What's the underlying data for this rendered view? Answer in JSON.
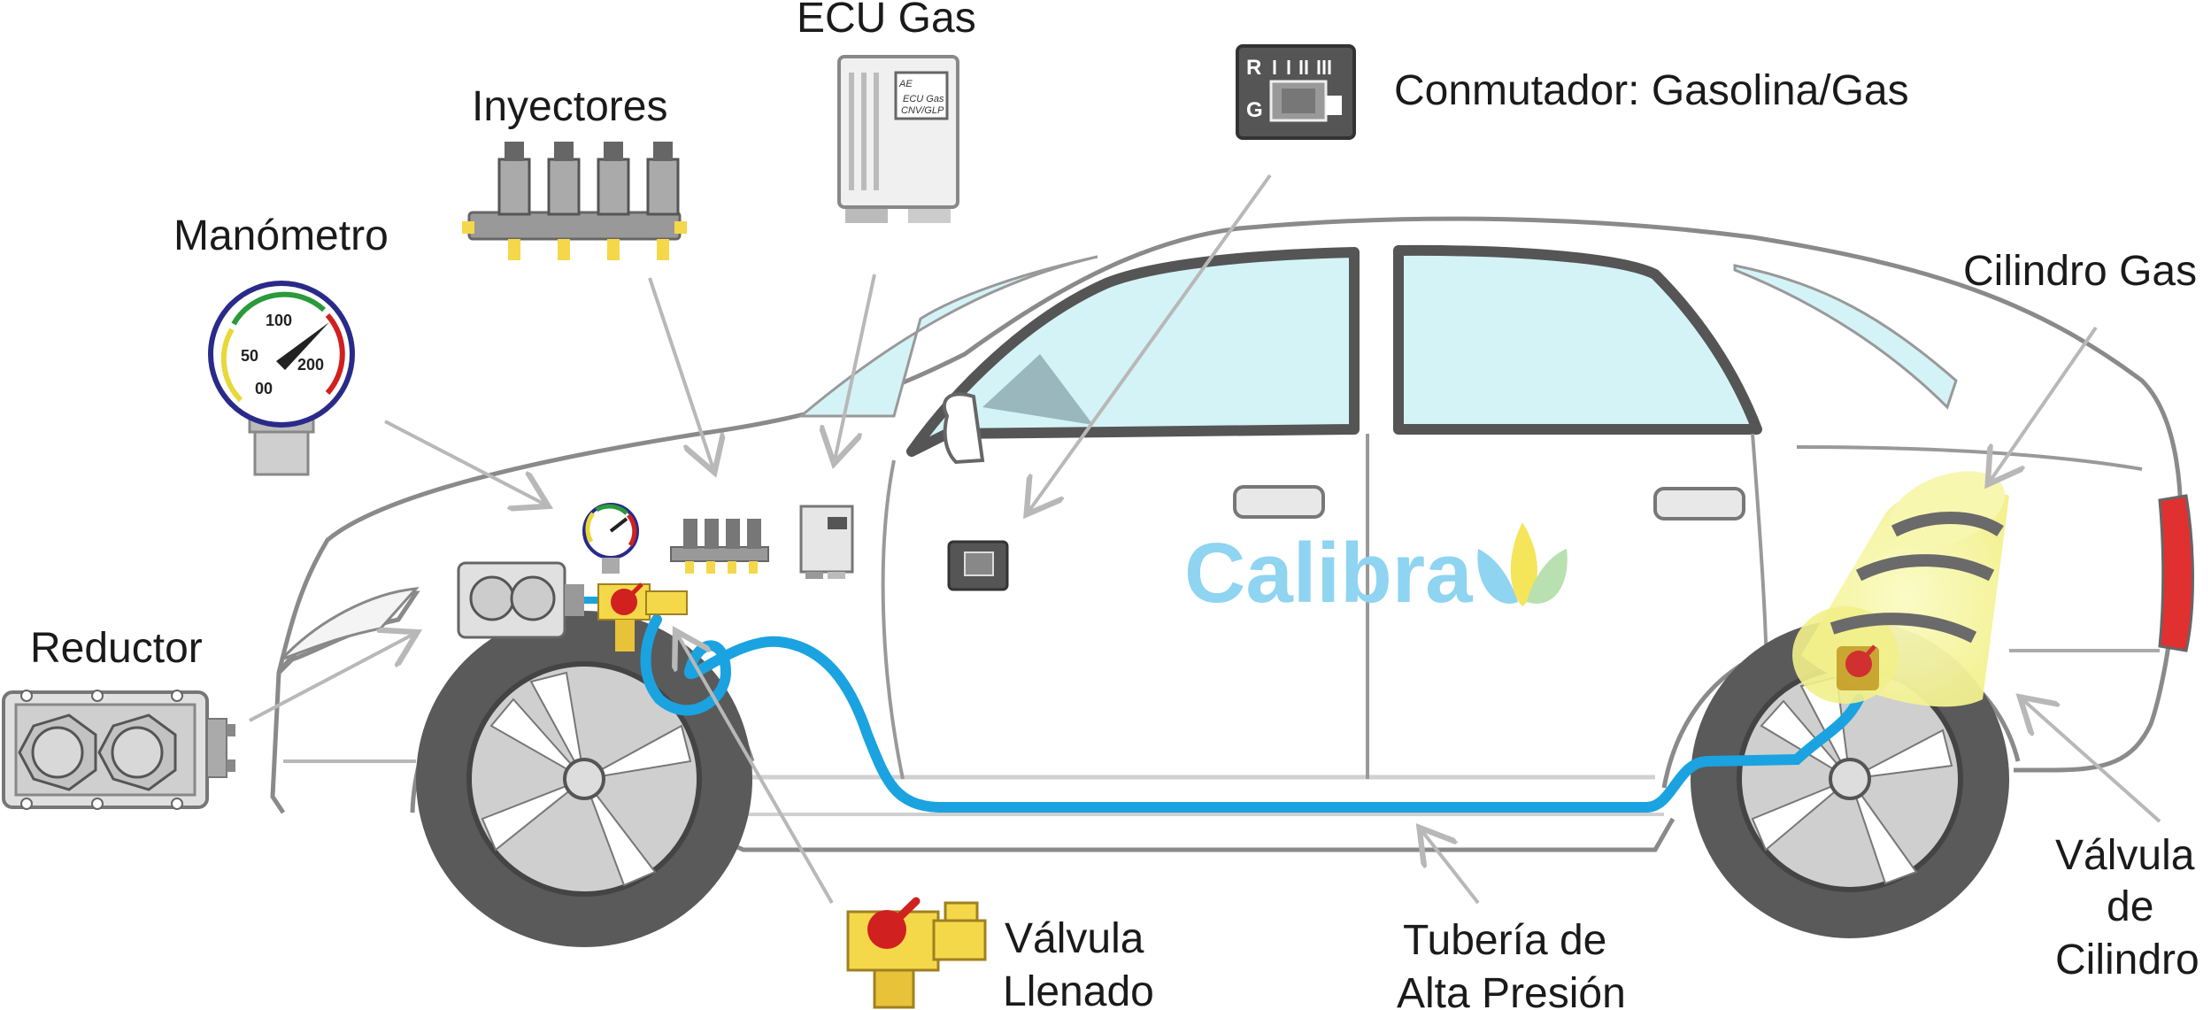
{
  "labels": {
    "ecu": "ECU Gas",
    "switch": "Conmutador: Gasolina/Gas",
    "injectors": "Inyectores",
    "gauge": "Manómetro",
    "cylinder": "Cilindro Gas",
    "reducer": "Reductor",
    "fill_valve_line1": "Válvula",
    "fill_valve_line2": "Llenado",
    "pipe_line1": "Tubería de",
    "pipe_line2": "Alta Presión",
    "cyl_valve_line1": "Válvula",
    "cyl_valve_line2": "de",
    "cyl_valve_line3": "Cilindro"
  },
  "brand": {
    "name": "Calibra"
  },
  "gauge": {
    "ticks": [
      "00",
      "50",
      "100",
      "200"
    ]
  },
  "switch_panel": {
    "r": "R",
    "g": "G"
  },
  "ecu_panel": {
    "line1": "AE",
    "line2": "ECU Gas",
    "line3": "CNV/GLP"
  },
  "colors": {
    "pipe": "#1aa3e0",
    "brand": "#8fd4f0",
    "cylinder": "#f2f08a",
    "valve_yellow": "#f5d84a",
    "valve_red": "#e02a2a",
    "window": "#d4f3f7",
    "tail_light": "#e03030"
  }
}
